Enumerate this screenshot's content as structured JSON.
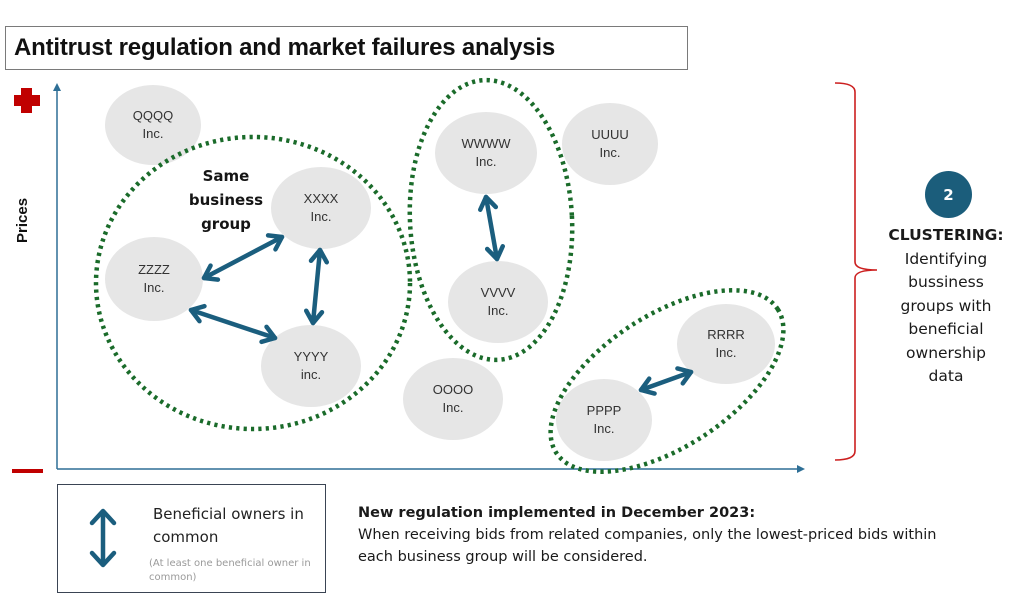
{
  "title": "Antitrust regulation and market failures analysis",
  "axis": {
    "y_label": "Prices",
    "y_high_icon": "plus-icon",
    "y_low_icon": "minus-icon",
    "accent_high": "#c00000",
    "axis_color": "#2e6f96"
  },
  "group_label": "Same business group",
  "group_label_lines": [
    "Same",
    "business",
    "group"
  ],
  "companies": [
    {
      "id": "qqqq",
      "name": "QQQQ",
      "suffix": "Inc."
    },
    {
      "id": "xxxx",
      "name": "XXXX",
      "suffix": "Inc."
    },
    {
      "id": "zzzz",
      "name": "ZZZZ",
      "suffix": "Inc."
    },
    {
      "id": "yyyy",
      "name": "YYYY",
      "suffix": "inc."
    },
    {
      "id": "wwww",
      "name": "WWWW",
      "suffix": "Inc."
    },
    {
      "id": "vvvv",
      "name": "VVVV",
      "suffix": "Inc."
    },
    {
      "id": "uuuu",
      "name": "UUUU",
      "suffix": "Inc."
    },
    {
      "id": "oooo",
      "name": "OOOO",
      "suffix": "Inc."
    },
    {
      "id": "rrrr",
      "name": "RRRR",
      "suffix": "Inc."
    },
    {
      "id": "pppp",
      "name": "PPPP",
      "suffix": "Inc."
    }
  ],
  "clusters": [
    {
      "id": "cluster-1",
      "members": [
        "xxxx",
        "yyyy",
        "zzzz"
      ]
    },
    {
      "id": "cluster-2",
      "members": [
        "wwww",
        "vvvv"
      ]
    },
    {
      "id": "cluster-3",
      "members": [
        "pppp",
        "rrrr"
      ]
    }
  ],
  "links": [
    {
      "from": "xxxx",
      "to": "zzzz"
    },
    {
      "from": "xxxx",
      "to": "yyyy"
    },
    {
      "from": "zzzz",
      "to": "yyyy"
    },
    {
      "from": "wwww",
      "to": "vvvv"
    },
    {
      "from": "pppp",
      "to": "rrrr"
    }
  ],
  "colors": {
    "company_fill": "#e6e6e6",
    "cluster_outline": "#1a6b2a",
    "link_arrow": "#1b5e7e",
    "brace": "#cc1f1f",
    "badge": "#1b5d7b"
  },
  "sidebar": {
    "badge_number": "2",
    "heading": "CLUSTERING:",
    "lines": [
      "Identifying",
      "bussiness",
      "groups with",
      "beneficial",
      "ownership",
      "data"
    ]
  },
  "legend": {
    "icon": "double-arrow-icon",
    "title": "Beneficial owners in common",
    "note": "(At least one beneficial owner in common)"
  },
  "regulation": {
    "heading": "New regulation implemented in December 2023:",
    "body": "When receiving bids from related companies, only the lowest-priced bids within each business group will be considered."
  }
}
